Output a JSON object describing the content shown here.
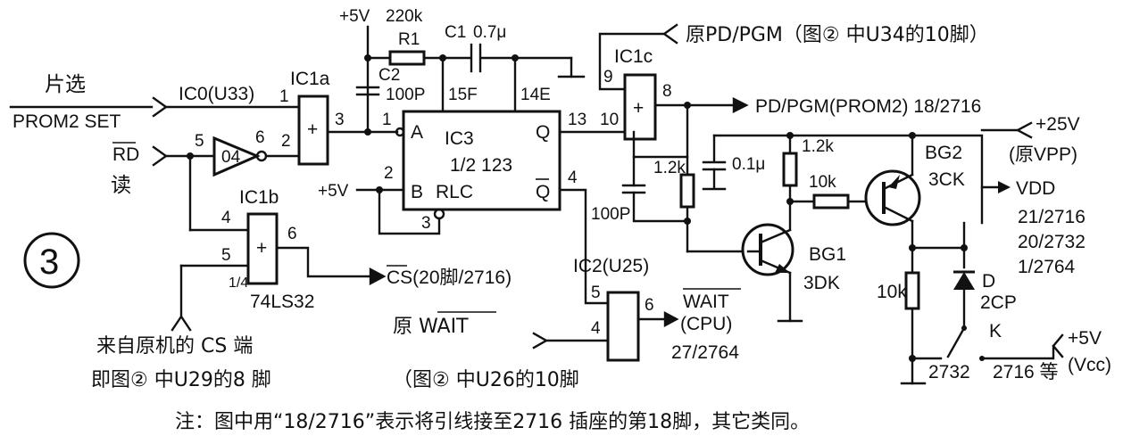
{
  "figure": {
    "number": "3",
    "note": "注：图中用“18/2716”表示将引线接至2716 插座的第18脚，其它类同。"
  },
  "power": {
    "vcc_top": "+5V",
    "vcc_b": "+5V",
    "vcc_k": "+5V",
    "vcc_k_label": "(Vcc)",
    "vpp": "+25V",
    "vpp_orig": "(原VPP)"
  },
  "inputs": {
    "chip_select_cn": "片选",
    "prom2_set": "PROM2 SET",
    "rd": "RD",
    "rd_cn": "读",
    "orig_cs_line1": "来自原机的 CS 端",
    "orig_cs_line2": "即图② 中U29的8 脚",
    "orig_wait": "原 WAIT",
    "orig_wait_ref": "（图② 中U26的10脚",
    "orig_pd_pgm": "原PD/PGM（图② 中U34的10脚）"
  },
  "chips": {
    "ic0": "IC0(U33)",
    "ic1a": "IC1a",
    "ic1b": "IC1b",
    "ic1c": "IC1c",
    "ic3": "IC3",
    "ic3_sub": "1/2 123",
    "ic3_pin_a": "A",
    "ic3_pin_b": "B",
    "ic3_pin_q": "Q",
    "ic3_pin_qbar": "Q",
    "ic3_rlc": "RLC",
    "ic2": "IC2(U25)",
    "inverter": "04",
    "gate_symbol": "+",
    "family": "74LS32",
    "family_frac": "1/4"
  },
  "components": {
    "r1": "R1",
    "r1_value": "220k",
    "c1": "C1",
    "c1_value": "0.7μ",
    "c2": "C2",
    "c2_value": "100P",
    "pin15": "15F",
    "pin14": "14E",
    "r_1_2k_a": "1.2k",
    "c_100p": "100P",
    "c_0_1u": "0.1μ",
    "r_1_2k_b": "1.2k",
    "r_10k_a": "10k",
    "r_10k_b": "10k",
    "bg1": "BG1",
    "bg1_type": "3DK",
    "bg2": "BG2",
    "bg2_type": "3CK",
    "diode": "D",
    "diode_type": "2CP",
    "switch": "K",
    "sw_2732": "2732",
    "sw_2716": "2716 等"
  },
  "pins": {
    "p1": "1",
    "p2": "2",
    "p3": "3",
    "p4": "4",
    "p5": "5",
    "p6": "6",
    "p8": "8",
    "p9": "9",
    "p10": "10",
    "p13": "13",
    "ic3_1": "1",
    "ic3_2": "2",
    "ic3_3": "3",
    "ic3_4": "4",
    "ic2_4": "4",
    "ic2_5": "5",
    "ic2_6": "6"
  },
  "outputs": {
    "pd_pgm": "PD/PGM(PROM2) 18/2716",
    "cs": "CS(20脚/2716)",
    "wait": "WAIT",
    "wait_cpu": "(CPU)",
    "wait_pin": "27/2764",
    "vdd": "VDD",
    "vdd_1": "21/2716",
    "vdd_2": "20/2732",
    "vdd_3": "1/2764"
  }
}
